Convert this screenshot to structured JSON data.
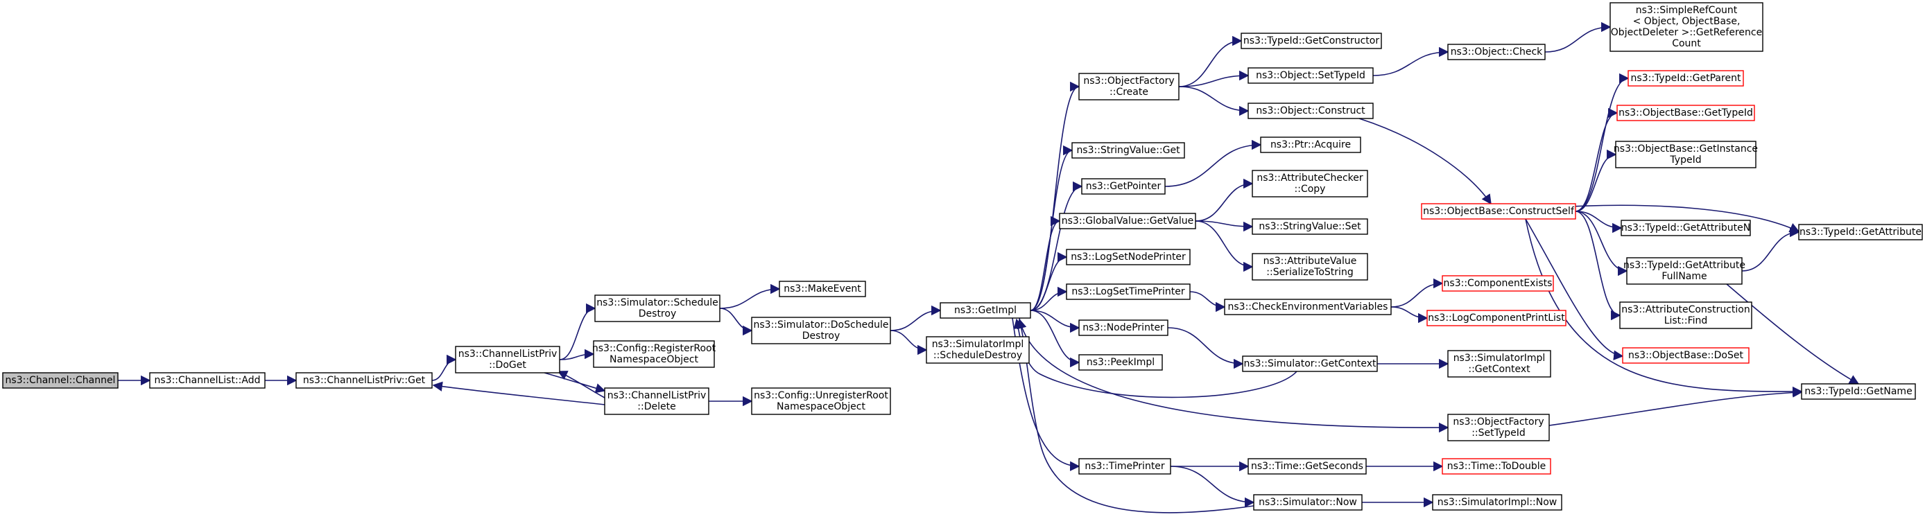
{
  "colors": {
    "edge": "#191970",
    "truncated_border": "#ff0000",
    "root_fill": "#bfbfbf",
    "node_border": "#000000"
  },
  "nodes": [
    {
      "id": "channel",
      "lines": [
        "ns3::Channel::Channel"
      ],
      "style": "root"
    },
    {
      "id": "cl_add",
      "lines": [
        "ns3::ChannelList::Add"
      ]
    },
    {
      "id": "clp_get",
      "lines": [
        "ns3::ChannelListPriv::Get"
      ]
    },
    {
      "id": "clp_doget",
      "lines": [
        "ns3::ChannelListPriv",
        "::DoGet"
      ]
    },
    {
      "id": "clp_delete",
      "lines": [
        "ns3::ChannelListPriv",
        "::Delete"
      ]
    },
    {
      "id": "sim_schedule_destroy",
      "lines": [
        "ns3::Simulator::Schedule",
        "Destroy"
      ]
    },
    {
      "id": "cfg_register",
      "lines": [
        "ns3::Config::RegisterRoot",
        "NamespaceObject"
      ]
    },
    {
      "id": "cfg_unregister",
      "lines": [
        "ns3::Config::UnregisterRoot",
        "NamespaceObject"
      ]
    },
    {
      "id": "make_event",
      "lines": [
        "ns3::MakeEvent"
      ]
    },
    {
      "id": "sim_doschedule",
      "lines": [
        "ns3::Simulator::DoSchedule",
        "Destroy"
      ]
    },
    {
      "id": "get_impl",
      "lines": [
        "ns3::GetImpl"
      ]
    },
    {
      "id": "simimpl_sched",
      "lines": [
        "ns3::SimulatorImpl",
        "::ScheduleDestroy"
      ]
    },
    {
      "id": "objfac_create",
      "lines": [
        "ns3::ObjectFactory",
        "::Create"
      ]
    },
    {
      "id": "stringvalue_get",
      "lines": [
        "ns3::StringValue::Get"
      ]
    },
    {
      "id": "get_pointer",
      "lines": [
        "ns3::GetPointer"
      ]
    },
    {
      "id": "globalvalue_get",
      "lines": [
        "ns3::GlobalValue::GetValue"
      ]
    },
    {
      "id": "log_set_node",
      "lines": [
        "ns3::LogSetNodePrinter"
      ]
    },
    {
      "id": "log_set_time",
      "lines": [
        "ns3::LogSetTimePrinter"
      ]
    },
    {
      "id": "node_printer",
      "lines": [
        "ns3::NodePrinter"
      ]
    },
    {
      "id": "peek_impl",
      "lines": [
        "ns3::PeekImpl"
      ]
    },
    {
      "id": "time_printer",
      "lines": [
        "ns3::TimePrinter"
      ]
    },
    {
      "id": "typeid_getctor",
      "lines": [
        "ns3::TypeId::GetConstructor"
      ]
    },
    {
      "id": "object_settypeid",
      "lines": [
        "ns3::Object::SetTypeId"
      ]
    },
    {
      "id": "object_construct",
      "lines": [
        "ns3::Object::Construct"
      ]
    },
    {
      "id": "ptr_acquire",
      "lines": [
        "ns3::Ptr::Acquire"
      ]
    },
    {
      "id": "attrchecker_copy",
      "lines": [
        "ns3::AttributeChecker",
        "::Copy"
      ]
    },
    {
      "id": "stringvalue_set",
      "lines": [
        "ns3::StringValue::Set"
      ]
    },
    {
      "id": "attrvalue_serialize",
      "lines": [
        "ns3::AttributeValue",
        "::SerializeToString"
      ]
    },
    {
      "id": "check_env",
      "lines": [
        "ns3::CheckEnvironmentVariables"
      ]
    },
    {
      "id": "sim_getcontext",
      "lines": [
        "ns3::Simulator::GetContext"
      ]
    },
    {
      "id": "objfac_settypeid",
      "lines": [
        "ns3::ObjectFactory",
        "::SetTypeId"
      ]
    },
    {
      "id": "time_getseconds",
      "lines": [
        "ns3::Time::GetSeconds"
      ]
    },
    {
      "id": "sim_now",
      "lines": [
        "ns3::Simulator::Now"
      ]
    },
    {
      "id": "object_check",
      "lines": [
        "ns3::Object::Check"
      ]
    },
    {
      "id": "simplerefcount",
      "lines": [
        "ns3::SimpleRefCount",
        "< Object, ObjectBase,",
        " ObjectDeleter >::GetReference",
        "Count"
      ]
    },
    {
      "id": "objbase_constructself",
      "lines": [
        "ns3::ObjectBase::ConstructSelf"
      ],
      "style": "truncated"
    },
    {
      "id": "component_exists",
      "lines": [
        "ns3::ComponentExists"
      ],
      "style": "truncated"
    },
    {
      "id": "log_component_print",
      "lines": [
        "ns3::LogComponentPrintList"
      ],
      "style": "truncated"
    },
    {
      "id": "simimpl_getcontext",
      "lines": [
        "ns3::SimulatorImpl",
        "::GetContext"
      ]
    },
    {
      "id": "time_todouble",
      "lines": [
        "ns3::Time::ToDouble"
      ],
      "style": "truncated"
    },
    {
      "id": "simimpl_now",
      "lines": [
        "ns3::SimulatorImpl::Now"
      ]
    },
    {
      "id": "typeid_getparent",
      "lines": [
        "ns3::TypeId::GetParent"
      ],
      "style": "truncated"
    },
    {
      "id": "objbase_gettypeid",
      "lines": [
        "ns3::ObjectBase::GetTypeId"
      ],
      "style": "truncated"
    },
    {
      "id": "objbase_getinstance",
      "lines": [
        "ns3::ObjectBase::GetInstance",
        "TypeId"
      ]
    },
    {
      "id": "typeid_getattrn",
      "lines": [
        "ns3::TypeId::GetAttributeN"
      ]
    },
    {
      "id": "typeid_getattrfull",
      "lines": [
        "ns3::TypeId::GetAttribute",
        "FullName"
      ]
    },
    {
      "id": "attrconstr_find",
      "lines": [
        "ns3::AttributeConstruction",
        "List::Find"
      ]
    },
    {
      "id": "objbase_doset",
      "lines": [
        "ns3::ObjectBase::DoSet"
      ],
      "style": "truncated"
    },
    {
      "id": "typeid_getattribute",
      "lines": [
        "ns3::TypeId::GetAttribute"
      ]
    },
    {
      "id": "typeid_getname",
      "lines": [
        "ns3::TypeId::GetName"
      ]
    }
  ],
  "edges": [
    [
      "channel",
      "cl_add"
    ],
    [
      "cl_add",
      "clp_get"
    ],
    [
      "clp_get",
      "clp_doget"
    ],
    [
      "clp_doget",
      "sim_schedule_destroy"
    ],
    [
      "clp_doget",
      "cfg_register"
    ],
    [
      "clp_doget",
      "clp_delete"
    ],
    [
      "clp_delete",
      "clp_doget"
    ],
    [
      "clp_delete",
      "clp_get"
    ],
    [
      "clp_delete",
      "cfg_unregister"
    ],
    [
      "sim_schedule_destroy",
      "make_event"
    ],
    [
      "sim_schedule_destroy",
      "sim_doschedule"
    ],
    [
      "sim_doschedule",
      "get_impl"
    ],
    [
      "sim_doschedule",
      "simimpl_sched"
    ],
    [
      "get_impl",
      "objfac_create"
    ],
    [
      "get_impl",
      "stringvalue_get"
    ],
    [
      "get_impl",
      "get_pointer"
    ],
    [
      "get_impl",
      "globalvalue_get"
    ],
    [
      "get_impl",
      "log_set_node"
    ],
    [
      "get_impl",
      "log_set_time"
    ],
    [
      "get_impl",
      "node_printer"
    ],
    [
      "get_impl",
      "peek_impl"
    ],
    [
      "get_impl",
      "objfac_settypeid"
    ],
    [
      "get_impl",
      "time_printer"
    ],
    [
      "objfac_create",
      "typeid_getctor"
    ],
    [
      "objfac_create",
      "object_settypeid"
    ],
    [
      "objfac_create",
      "object_construct"
    ],
    [
      "object_settypeid",
      "object_check"
    ],
    [
      "object_check",
      "simplerefcount"
    ],
    [
      "object_construct",
      "objbase_constructself"
    ],
    [
      "get_pointer",
      "ptr_acquire"
    ],
    [
      "globalvalue_get",
      "attrchecker_copy"
    ],
    [
      "globalvalue_get",
      "stringvalue_set"
    ],
    [
      "globalvalue_get",
      "attrvalue_serialize"
    ],
    [
      "log_set_time",
      "check_env"
    ],
    [
      "check_env",
      "component_exists"
    ],
    [
      "check_env",
      "log_component_print"
    ],
    [
      "node_printer",
      "sim_getcontext"
    ],
    [
      "sim_getcontext",
      "get_impl"
    ],
    [
      "sim_getcontext",
      "simimpl_getcontext"
    ],
    [
      "objfac_settypeid",
      "typeid_getname"
    ],
    [
      "time_printer",
      "time_getseconds"
    ],
    [
      "time_printer",
      "sim_now"
    ],
    [
      "time_getseconds",
      "time_todouble"
    ],
    [
      "sim_now",
      "get_impl"
    ],
    [
      "sim_now",
      "simimpl_now"
    ],
    [
      "objbase_constructself",
      "typeid_getparent"
    ],
    [
      "objbase_constructself",
      "objbase_gettypeid"
    ],
    [
      "objbase_constructself",
      "objbase_getinstance"
    ],
    [
      "objbase_constructself",
      "typeid_getattrn"
    ],
    [
      "objbase_constructself",
      "typeid_getattrfull"
    ],
    [
      "objbase_constructself",
      "attrconstr_find"
    ],
    [
      "objbase_constructself",
      "objbase_doset"
    ],
    [
      "objbase_constructself",
      "typeid_getattribute"
    ],
    [
      "objbase_constructself",
      "typeid_getname"
    ],
    [
      "typeid_getattrfull",
      "typeid_getattribute"
    ],
    [
      "typeid_getattrfull",
      "typeid_getname"
    ]
  ]
}
